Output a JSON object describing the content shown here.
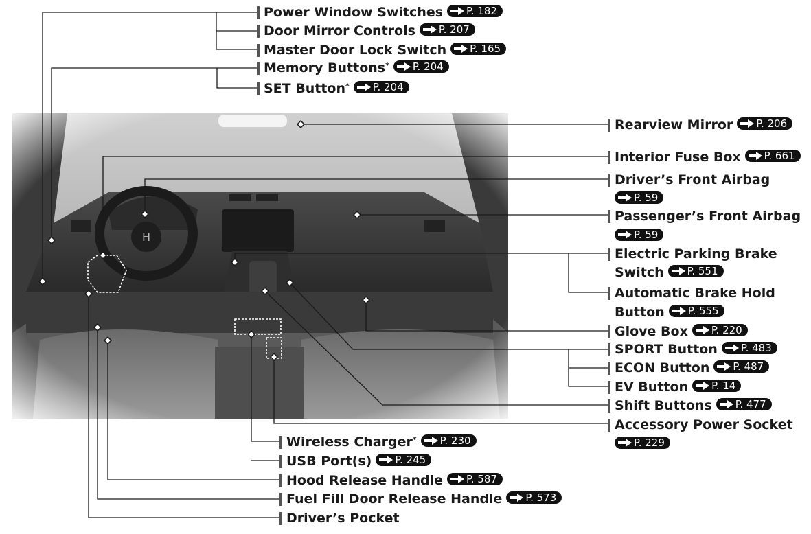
{
  "labels": [
    {
      "id": "power-window-switches",
      "text": "Power Window Switches",
      "star": "",
      "page": "P. 182"
    },
    {
      "id": "door-mirror-controls",
      "text": "Door Mirror Controls",
      "star": "",
      "page": "P. 207"
    },
    {
      "id": "master-door-lock-switch",
      "text": "Master Door Lock Switch",
      "star": "",
      "page": "P. 165"
    },
    {
      "id": "memory-buttons",
      "text": "Memory Buttons",
      "star": "*",
      "page": "P. 204"
    },
    {
      "id": "set-button",
      "text": "SET Button",
      "star": "*",
      "page": "P. 204"
    },
    {
      "id": "rearview-mirror",
      "text": "Rearview Mirror",
      "star": "",
      "page": "P. 206"
    },
    {
      "id": "interior-fuse-box",
      "text": "Interior Fuse Box",
      "star": "",
      "page": "P. 661"
    },
    {
      "id": "drivers-front-airbag",
      "text": "Driver’s Front Airbag",
      "star": "",
      "page": "P. 59"
    },
    {
      "id": "passengers-front-airbag",
      "text": "Passenger’s Front Airbag",
      "star": "",
      "page": "P. 59"
    },
    {
      "id": "electric-parking-brake-switch",
      "text": "Electric Parking Brake",
      "text2": "Switch",
      "star": "",
      "page": "P. 551"
    },
    {
      "id": "automatic-brake-hold-button",
      "text": "Automatic Brake Hold",
      "text2": "Button",
      "star": "",
      "page": "P. 555"
    },
    {
      "id": "glove-box",
      "text": "Glove Box",
      "star": "",
      "page": "P. 220"
    },
    {
      "id": "sport-button",
      "text": "SPORT Button",
      "star": "",
      "page": "P. 483"
    },
    {
      "id": "econ-button",
      "text": "ECON Button",
      "star": "",
      "page": "P. 487"
    },
    {
      "id": "ev-button",
      "text": "EV Button",
      "star": "",
      "page": "P. 14"
    },
    {
      "id": "shift-buttons",
      "text": "Shift Buttons",
      "star": "",
      "page": "P. 477"
    },
    {
      "id": "accessory-power-socket",
      "text": "Accessory Power Socket",
      "star": "",
      "page": "P. 229"
    },
    {
      "id": "wireless-charger",
      "text": "Wireless Charger",
      "star": "*",
      "page": "P. 230"
    },
    {
      "id": "usb-ports",
      "text": "USB Port(s)",
      "star": "",
      "page": "P. 245"
    },
    {
      "id": "hood-release-handle",
      "text": "Hood Release Handle",
      "star": "",
      "page": "P. 587"
    },
    {
      "id": "fuel-fill-door-release-handle",
      "text": "Fuel Fill Door Release Handle",
      "star": "",
      "page": "P. 573"
    },
    {
      "id": "drivers-pocket",
      "text": "Driver’s Pocket",
      "star": "",
      "page": ""
    }
  ],
  "colors": {
    "leader": "#1a1a1a",
    "badge": "#111111",
    "photo_dark": "#3a3a3a",
    "photo_light": "#c8c8c8"
  },
  "icons": {
    "badge_arrow": "right-arrow-icon",
    "steering_logo": "honda-logo-icon"
  }
}
